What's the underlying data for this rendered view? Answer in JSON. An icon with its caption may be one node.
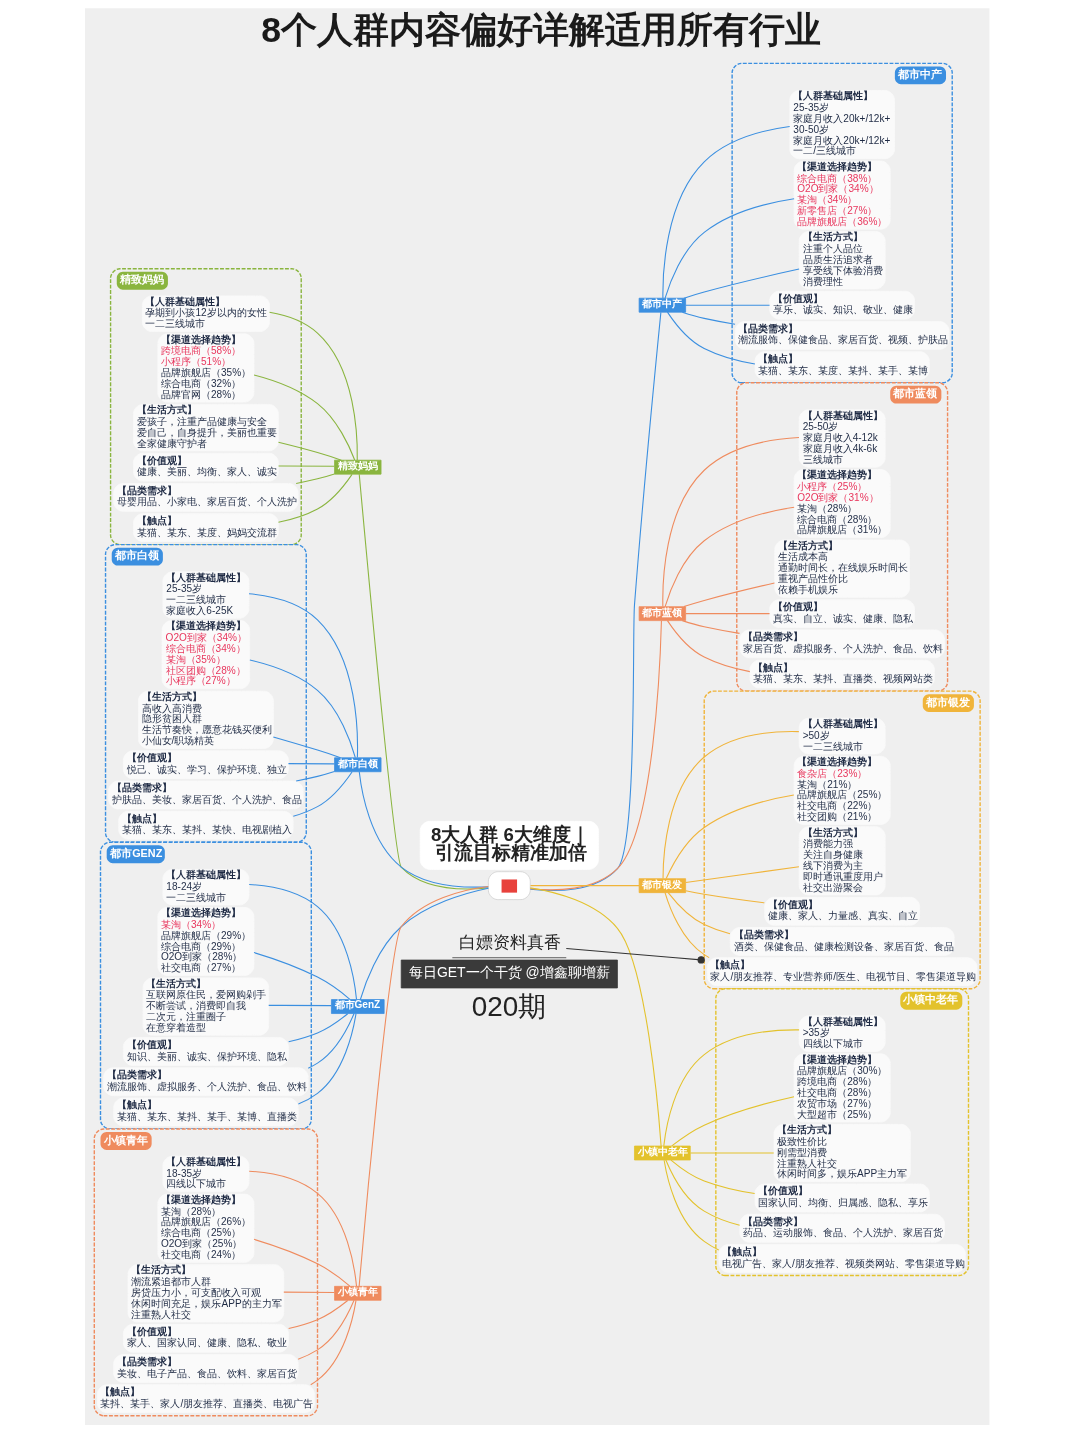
{
  "diagram": {
    "title": "8个人群内容偏好详解适用所有行业",
    "nodes": [
      {
        "text": [
          "8大人群 6大维度｜引流目标精准加倍"
        ]
      },
      {
        "text": [],
        "shape": "box"
      },
      {
        "text": [
          "精致妈妈"
        ]
      },
      {
        "text": [
          "精致妈妈"
        ]
      },
      {
        "text": [
          "【人群基础属性】",
          "孕期到小孩12岁以内的女性",
          "一二三线城市"
        ],
        "in": 3
      },
      {
        "text": [
          "【渠道选择趋势】",
          "跨境电商（58%）",
          "小程序（51%）",
          "品牌旗舰店（35%）",
          "综合电商（32%）",
          "品牌官网（28%）"
        ],
        "in": 3
      },
      {
        "text": [
          "【生活方式】",
          "爱孩子，注重产品健康与安全",
          "爱自己，自身提升，美丽也重要",
          "全家健康守护者"
        ],
        "in": 3
      },
      {
        "text": [
          "【价值观】",
          "健康、美丽、均衡、家人、诚实"
        ],
        "in": 3
      },
      {
        "text": [
          "【品类需求】",
          "母婴用品、小家电、家居百货、个人洗护"
        ],
        "in": 3
      },
      {
        "text": [
          "【触点】",
          "某猫、某东、某度、妈妈交流群"
        ],
        "in": 3
      },
      {
        "text": [
          "都市白领"
        ]
      },
      {
        "text": [
          "都市白领"
        ]
      },
      {
        "text": [
          "【人群基础属性】",
          "25-35岁",
          "一二三线城市",
          "家庭收入6-25K"
        ],
        "in": 11
      },
      {
        "text": [
          "【渠道选择趋势】",
          "O2O到家（34%）",
          "综合电商（34%）",
          "某淘（35%）",
          "社区团购（28%）",
          "小程序（27%）"
        ],
        "in": 11
      },
      {
        "text": [
          "【生活方式】",
          "高收入高消费",
          "隐形贫困人群",
          "生活节奏快，愿意花钱买便利",
          "小仙女/职场精英"
        ],
        "in": 11
      },
      {
        "text": [
          "【价值观】",
          "悦己、诚实、学习、保护环境、独立"
        ],
        "in": 11
      },
      {
        "text": [
          "【品类需求】",
          "护肤品、美妆、家居百货、个人洗护、食品"
        ],
        "in": 11
      },
      {
        "text": [
          "【触点】",
          "某猫、某东、某抖、某快、电视剧植入"
        ],
        "in": 11
      },
      {
        "text": [
          "都市GenZ"
        ]
      },
      {
        "text": [
          "都市GENZ"
        ]
      },
      {
        "text": [
          "【人群基础属性】",
          "18-24岁",
          "一二三线城市"
        ],
        "in": 19
      },
      {
        "text": [
          "【渠道选择趋势】",
          "某淘（34%）",
          "品牌旗舰店（29%）",
          "综合电商（29%）",
          "O2O到家（28%）",
          "社交电商（27%）"
        ],
        "in": 19
      },
      {
        "text": [
          "【生活方式】",
          "互联网原住民，爱网购剁手",
          "不断尝试，消费即自我",
          "二次元，注重圈子",
          "在意穿着造型"
        ],
        "in": 19
      },
      {
        "text": [
          "【价值观】",
          "知识、美丽、诚实、保护环境、隐私"
        ],
        "in": 19
      },
      {
        "text": [
          "【品类需求】",
          "潮流服饰、虚拟服务、个人洗护、食品、饮料"
        ],
        "in": 19
      },
      {
        "text": [
          "【触点】",
          "某猫、某东、某抖、某手、某博、直播类"
        ],
        "in": 19
      },
      {
        "text": [
          "小镇青年"
        ]
      },
      {
        "text": [
          "小镇青年"
        ]
      },
      {
        "text": [
          "【人群基础属性】",
          "18-35岁",
          "四线以下城市"
        ],
        "in": 27
      },
      {
        "text": [
          "【渠道选择趋势】",
          "某淘（28%）",
          "品牌旗舰店（26%）",
          "综合电商（25%）",
          "O2O到家（25%）",
          "社交电商（24%）"
        ],
        "in": 27
      },
      {
        "text": [
          "【生活方式】",
          "潮流紧追都市人群",
          "房贷压力小，可支配收入可观",
          "休闲时间充足，娱乐APP的主力军",
          "注重熟人社交"
        ],
        "in": 27
      },
      {
        "text": [
          "【价值观】",
          "家人、国家认同、健康、隐私、敬业"
        ],
        "in": 27
      },
      {
        "text": [
          "【品类需求】",
          "美妆、电子产品、食品、饮料、家居百货"
        ],
        "in": 27
      },
      {
        "text": [
          "【触点】",
          "某抖、某手、家人/朋友推荐、直播类、电视广告"
        ],
        "in": 27
      },
      {
        "text": [
          "都市中产"
        ]
      },
      {
        "text": [
          "都市中产"
        ]
      },
      {
        "text": [
          "【人群基础属性】",
          "25-35岁",
          "家庭月收入20k+/12k+",
          "30-50岁",
          "家庭月收入20k+/12k+",
          "一二/三线城市"
        ],
        "in": 35
      },
      {
        "text": [
          "【渠道选择趋势】",
          "综合电商（38%）",
          "O2O到家（34%）",
          "某淘（34%）",
          "新零售店（27%）",
          "品牌旗舰店（36%）"
        ],
        "in": 35
      },
      {
        "text": [
          "【生活方式】",
          "注重个人品位",
          "品质生活追求者",
          "享受线下体验消费",
          "消费理性"
        ],
        "in": 35
      },
      {
        "text": [
          "【价值观】",
          "享乐、诚实、知识、敬业、健康"
        ],
        "in": 35
      },
      {
        "text": [
          "【品类需求】",
          "潮流服饰、保健食品、家居百货、视频、护肤品"
        ],
        "in": 35
      },
      {
        "text": [
          "【触点】",
          "某猫、某东、某度、某抖、某手、某博"
        ],
        "in": 35
      },
      {
        "text": [
          "都市蓝领"
        ]
      },
      {
        "text": [
          "都市蓝领"
        ]
      },
      {
        "text": [
          "【人群基础属性】",
          "25-50岁",
          "家庭月收入4-12k",
          "家庭月收入4k-6k",
          "三线城市"
        ],
        "in": 43
      },
      {
        "text": [
          "【渠道选择趋势】",
          "小程序（25%）",
          "O2O到家（31%）",
          "某淘（28%）",
          "综合电商（28%）",
          "品牌旗舰店（31%）"
        ],
        "in": 43
      },
      {
        "text": [
          "【生活方式】",
          "生活成本高",
          "通勤时间长，在线娱乐时间长",
          "重视产品性价比",
          "依赖手机娱乐"
        ],
        "in": 43
      },
      {
        "text": [
          "【价值观】",
          "真实、自立、诚实、健康、隐私"
        ],
        "in": 43
      },
      {
        "text": [
          "【品类需求】",
          "家居百货、虚拟服务、个人洗护、食品、饮料"
        ],
        "in": 43
      },
      {
        "text": [
          "【触点】",
          "某猫、某东、某抖、直播类、视频网站类"
        ],
        "in": 43
      },
      {
        "text": [
          "都市银发"
        ]
      },
      {
        "text": [
          "都市银发"
        ]
      },
      {
        "text": [
          "【人群基础属性】",
          ">50岁",
          "一二三线城市"
        ],
        "in": 51
      },
      {
        "text": [
          "【渠道选择趋势】",
          "食杂店（23%）",
          "某淘（21%）",
          "品牌旗舰店（25%）",
          "社交电商（22%）",
          "社交团购（21%）"
        ],
        "in": 51
      },
      {
        "text": [
          "【生活方式】",
          "消费能力强",
          "关注自身健康",
          "线下消费为主",
          "即时通讯重度用户",
          "社交出游聚会"
        ],
        "in": 51
      },
      {
        "text": [
          "【价值观】",
          "健康、家人、力量感、真实、自立"
        ],
        "in": 51
      },
      {
        "text": [
          "【品类需求】",
          "酒类、保健食品、健康检测设备、家居百货、食品"
        ],
        "in": 51
      },
      {
        "text": [
          "【触点】",
          "家人/朋友推荐、专业营养师/医生、电视节目、零售渠道导购"
        ],
        "in": 51
      },
      {
        "text": [
          "小镇中老年"
        ]
      },
      {
        "text": [
          "小镇中老年"
        ]
      },
      {
        "text": [
          "【人群基础属性】",
          ">35岁",
          "四线以下城市"
        ],
        "in": 59
      },
      {
        "text": [
          "【渠道选择趋势】",
          "品牌旗舰店（30%）",
          "跨境电商（28%）",
          "社交电商（28%）",
          "农贸市场（27%）",
          "大型超市（25%）"
        ],
        "in": 59
      },
      {
        "text": [
          "【生活方式】",
          "极致性价比",
          "刚需型消费",
          "注重熟人社交",
          "休闲时间多，娱乐APP主力军"
        ],
        "in": 59
      },
      {
        "text": [
          "【价值观】",
          "国家认同、均衡、归属感、隐私、享乐"
        ],
        "in": 59
      },
      {
        "text": [
          "【品类需求】",
          "药品、运动服饰、食品、个人洗护、家居百货"
        ],
        "in": 59
      },
      {
        "text": [
          "【触点】",
          "电视广告、家人/朋友推荐、视频类网站、零售渠道导购"
        ],
        "in": 59
      },
      {
        "text": [
          "白嫖资料真香"
        ]
      },
      {
        "text": [
          "每日GET一个干货 @增鑫聊增薪"
        ]
      }
    ],
    "edges": [
      {
        "from": 1,
        "to": 2,
        "arrow": "none",
        "color": "#8ab53f"
      },
      {
        "from": 1,
        "to": 10,
        "arrow": "none"
      },
      {
        "from": 1,
        "to": 18,
        "arrow": "none"
      },
      {
        "from": 1,
        "to": 26,
        "arrow": "none",
        "color": "#ef8b5e"
      },
      {
        "from": 1,
        "to": 34,
        "arrow": "none"
      },
      {
        "from": 1,
        "to": 42,
        "arrow": "none",
        "color": "#ef8b5e"
      },
      {
        "from": 1,
        "to": 50,
        "arrow": "none",
        "color": "#f0b43a"
      },
      {
        "from": 1,
        "to": 58,
        "arrow": "none",
        "color": "#e3c22c"
      },
      {
        "from": 2,
        "to": 4,
        "arrow": "none",
        "color": "#8ab53f"
      },
      {
        "from": 2,
        "to": 5,
        "arrow": "none",
        "color": "#8ab53f"
      },
      {
        "from": 2,
        "to": 6,
        "arrow": "none",
        "color": "#8ab53f"
      },
      {
        "from": 2,
        "to": 7,
        "arrow": "none",
        "color": "#8ab53f"
      },
      {
        "from": 2,
        "to": 8,
        "arrow": "none",
        "color": "#8ab53f"
      },
      {
        "from": 2,
        "to": 9,
        "arrow": "none",
        "color": "#8ab53f"
      },
      {
        "from": 10,
        "to": 12,
        "arrow": "none"
      },
      {
        "from": 10,
        "to": 13,
        "arrow": "none"
      },
      {
        "from": 10,
        "to": 14,
        "arrow": "none"
      },
      {
        "from": 10,
        "to": 15,
        "arrow": "none"
      },
      {
        "from": 10,
        "to": 16,
        "arrow": "none"
      },
      {
        "from": 10,
        "to": 17,
        "arrow": "none"
      },
      {
        "from": 18,
        "to": 20,
        "arrow": "none"
      },
      {
        "from": 18,
        "to": 21,
        "arrow": "none"
      },
      {
        "from": 18,
        "to": 22,
        "arrow": "none"
      },
      {
        "from": 18,
        "to": 23,
        "arrow": "none"
      },
      {
        "from": 18,
        "to": 24,
        "arrow": "none"
      },
      {
        "from": 18,
        "to": 25,
        "arrow": "none"
      },
      {
        "from": 26,
        "to": 28,
        "arrow": "none",
        "color": "#ef8b5e"
      },
      {
        "from": 26,
        "to": 29,
        "arrow": "none",
        "color": "#ef8b5e"
      },
      {
        "from": 26,
        "to": 30,
        "arrow": "none",
        "color": "#ef8b5e"
      },
      {
        "from": 26,
        "to": 31,
        "arrow": "none",
        "color": "#ef8b5e"
      },
      {
        "from": 26,
        "to": 32,
        "arrow": "none",
        "color": "#ef8b5e"
      },
      {
        "from": 26,
        "to": 33,
        "arrow": "none",
        "color": "#ef8b5e"
      },
      {
        "from": 34,
        "to": 36,
        "arrow": "none"
      },
      {
        "from": 34,
        "to": 37,
        "arrow": "none"
      },
      {
        "from": 34,
        "to": 38,
        "arrow": "none"
      },
      {
        "from": 34,
        "to": 39,
        "arrow": "none"
      },
      {
        "from": 34,
        "to": 40,
        "arrow": "none"
      },
      {
        "from": 34,
        "to": 41,
        "arrow": "none"
      },
      {
        "from": 42,
        "to": 44,
        "arrow": "none",
        "color": "#ef8b5e"
      },
      {
        "from": 42,
        "to": 45,
        "arrow": "none",
        "color": "#ef8b5e"
      },
      {
        "from": 42,
        "to": 46,
        "arrow": "none",
        "color": "#ef8b5e"
      },
      {
        "from": 42,
        "to": 47,
        "arrow": "none",
        "color": "#ef8b5e"
      },
      {
        "from": 42,
        "to": 48,
        "arrow": "none",
        "color": "#ef8b5e"
      },
      {
        "from": 42,
        "to": 49,
        "arrow": "none",
        "color": "#ef8b5e"
      },
      {
        "from": 50,
        "to": 52,
        "arrow": "none",
        "color": "#f0b43a"
      },
      {
        "from": 50,
        "to": 53,
        "arrow": "none",
        "color": "#f0b43a"
      },
      {
        "from": 50,
        "to": 54,
        "arrow": "none",
        "color": "#f0b43a"
      },
      {
        "from": 50,
        "to": 55,
        "arrow": "none",
        "color": "#f0b43a"
      },
      {
        "from": 50,
        "to": 56,
        "arrow": "none",
        "color": "#f0b43a"
      },
      {
        "from": 50,
        "to": 57,
        "arrow": "none",
        "color": "#f0b43a"
      },
      {
        "from": 58,
        "to": 60,
        "arrow": "none",
        "color": "#e3c22c"
      },
      {
        "from": 58,
        "to": 61,
        "arrow": "none",
        "color": "#e3c22c"
      },
      {
        "from": 58,
        "to": 62,
        "arrow": "none",
        "color": "#e3c22c"
      },
      {
        "from": 58,
        "to": 63,
        "arrow": "none",
        "color": "#e3c22c"
      },
      {
        "from": 58,
        "to": 64,
        "arrow": "none",
        "color": "#e3c22c"
      },
      {
        "from": 58,
        "to": 65,
        "arrow": "none",
        "color": "#e3c22c"
      },
      {
        "from": 66,
        "to": 51,
        "arrow": "other",
        "color": "#333333"
      }
    ],
    "labels": [
      "020期"
    ]
  }
}
